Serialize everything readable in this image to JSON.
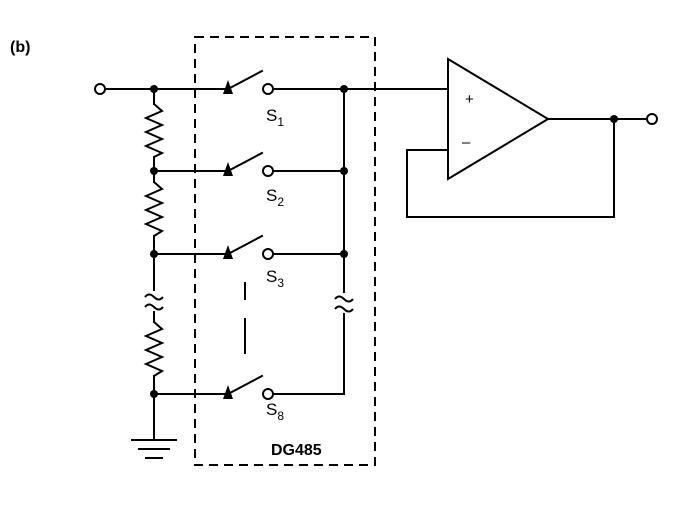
{
  "panel_label": "(b)",
  "chip_label": "DG485",
  "switches": [
    {
      "name": "S",
      "sub": "1"
    },
    {
      "name": "S",
      "sub": "2"
    },
    {
      "name": "S",
      "sub": "3"
    },
    {
      "name": "S",
      "sub": "8"
    }
  ],
  "opamp": {
    "plus": "+",
    "minus": "–"
  }
}
